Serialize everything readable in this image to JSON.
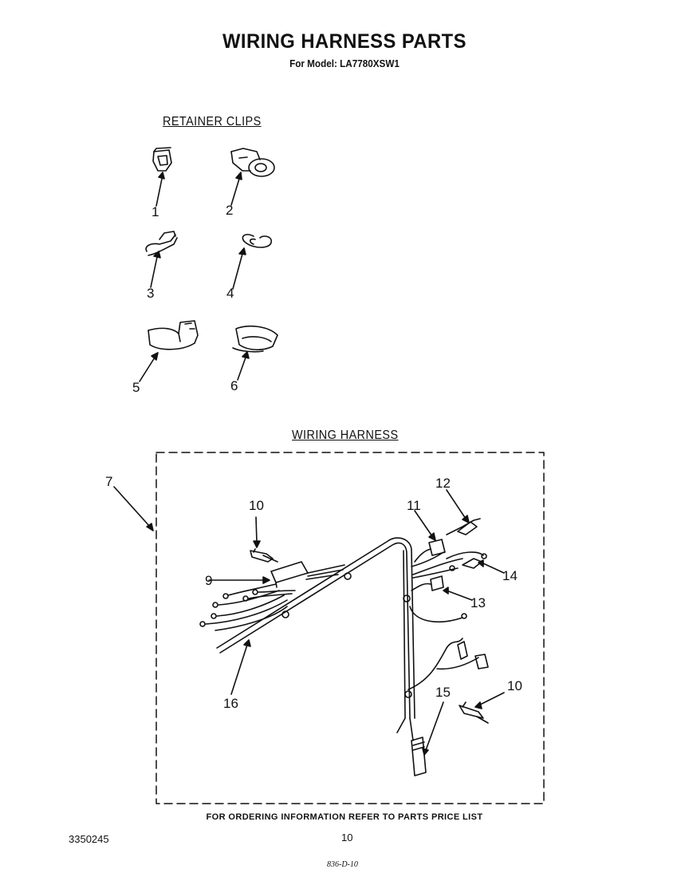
{
  "header": {
    "title": "WIRING HARNESS PARTS",
    "subtitle": "For Model: LA7780XSW1"
  },
  "sections": {
    "retainer_clips": "RETAINER CLIPS",
    "wiring_harness": "WIRING HARNESS"
  },
  "callouts": {
    "c1": "1",
    "c2": "2",
    "c3": "3",
    "c4": "4",
    "c5": "5",
    "c6": "6",
    "c7": "7",
    "c9": "9",
    "c10a": "10",
    "c10b": "10",
    "c11": "11",
    "c12": "12",
    "c13": "13",
    "c14": "14",
    "c15": "15",
    "c16": "16"
  },
  "footer": {
    "ordering_note": "FOR ORDERING INFORMATION REFER TO PARTS PRICE LIST",
    "doc_number": "3350245",
    "page_number": "10",
    "drawing_code": "836-D-10"
  }
}
